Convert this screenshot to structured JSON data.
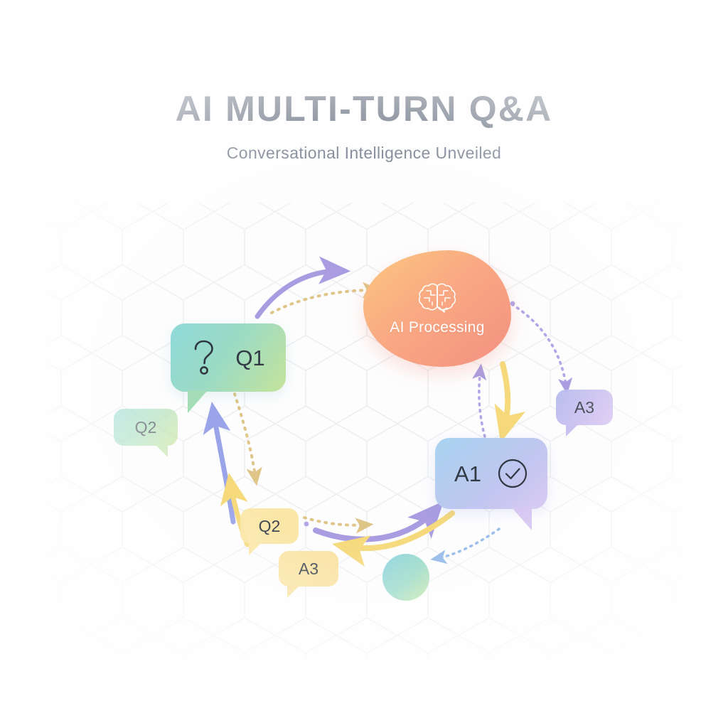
{
  "header": {
    "title": "AI MULTI-TURN Q&A",
    "subtitle": "Conversational Intelligence Unveiled",
    "title_color": "#4a5568",
    "subtitle_color": "#5b6478"
  },
  "canvas": {
    "background_color": "#fdfdfe",
    "pattern": "hexagon-grid",
    "pattern_color": "#eceef1"
  },
  "nodes": {
    "ai_processing": {
      "label": "AI Processing",
      "icon": "brain-icon",
      "shape": "organic-blob",
      "gradient_from": "#fbc77f",
      "gradient_to": "#f39080",
      "text_color": "#ffffff"
    },
    "q1": {
      "label": "Q1",
      "icon": "question-mark-icon",
      "shape": "speech-bubble",
      "gradient_from": "#8fd9d9",
      "gradient_to": "#c6e39a",
      "text_color": "#323a46"
    },
    "q2_faded": {
      "label": "Q2",
      "shape": "speech-bubble",
      "gradient_from": "#8fd9cf",
      "gradient_to": "#c9e59b",
      "opacity": "0.62"
    },
    "a1": {
      "label": "A1",
      "icon": "check-circle-icon",
      "shape": "speech-bubble",
      "gradient_from": "#a8d4f0",
      "gradient_to": "#d3c2f2",
      "text_color": "#323a46"
    },
    "a3_right": {
      "label": "A3",
      "shape": "speech-bubble",
      "gradient_from": "#b6bdee",
      "gradient_to": "#d7c3f1"
    },
    "q2_yellow": {
      "label": "Q2",
      "shape": "speech-bubble",
      "gradient_from": "#fbe8a8",
      "gradient_to": "#fae4a0"
    },
    "a3_yellow": {
      "label": "A3",
      "shape": "speech-bubble",
      "gradient_from": "#fbe5a2",
      "gradient_to": "#f9e09a"
    },
    "accent_circle": {
      "shape": "circle",
      "gradient_from": "#86cfe0",
      "gradient_to": "#c0e29d"
    }
  },
  "flow": {
    "arrow_colors": {
      "purple": "#a99ce0",
      "periwinkle": "#9aa4e8",
      "yellow": "#f5d97b",
      "amber_dotted": "#e3c98a",
      "purple_dotted": "#b2a6e6",
      "blue_dotted": "#8fb8e8"
    },
    "connections": [
      {
        "from": "q1",
        "to": "ai_processing",
        "style": "solid",
        "color": "purple"
      },
      {
        "from": "q1",
        "to": "ai_processing",
        "style": "dotted",
        "color": "amber_dotted"
      },
      {
        "from": "ai_processing",
        "to": "a3_right",
        "style": "dotted",
        "color": "purple_dotted"
      },
      {
        "from": "ai_processing",
        "to": "a1",
        "style": "solid",
        "color": "yellow"
      },
      {
        "from": "a1",
        "to": "ai_processing",
        "style": "dotted",
        "color": "purple_dotted"
      },
      {
        "from": "q2_yellow",
        "to": "q1",
        "style": "solid",
        "color": "periwinkle"
      },
      {
        "from": "q2_yellow",
        "to": "q1",
        "style": "solid",
        "color": "yellow"
      },
      {
        "from": "q1",
        "to": "q2_yellow",
        "style": "dotted",
        "color": "amber_dotted"
      },
      {
        "from": "a3_yellow",
        "to": "a1",
        "style": "solid",
        "color": "purple"
      },
      {
        "from": "a1",
        "to": "a3_yellow",
        "style": "solid",
        "color": "yellow"
      },
      {
        "from": "q2_yellow",
        "to": "a1",
        "style": "dotted",
        "color": "amber_dotted"
      },
      {
        "from": "a1",
        "to": "accent_circle",
        "style": "dotted",
        "color": "blue_dotted"
      }
    ]
  }
}
